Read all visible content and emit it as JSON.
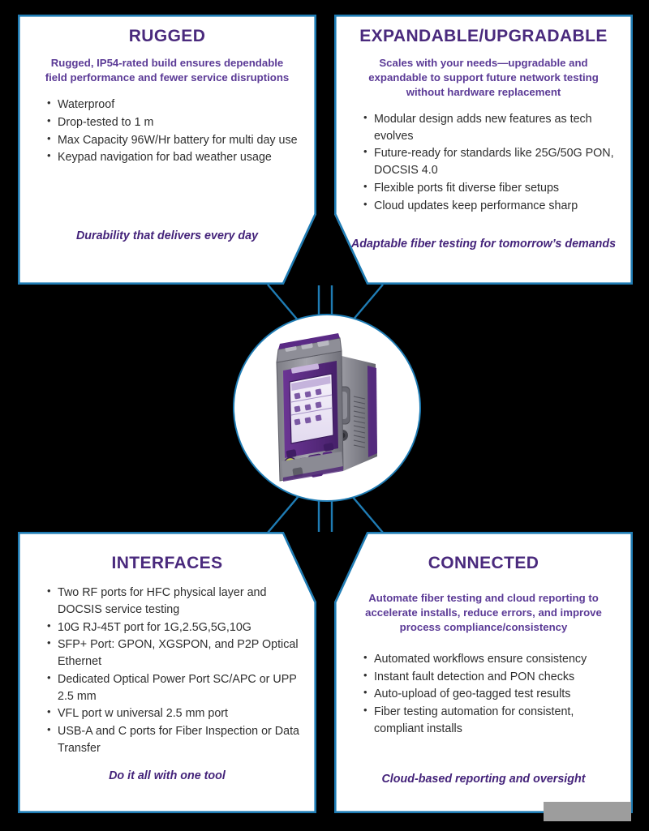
{
  "theme": {
    "background": "#000000",
    "card_background": "#ffffff",
    "border_blue": "#1f7cb4",
    "title_purple": "#4a2a7d",
    "subtitle_purple": "#5b3a96",
    "body_gray": "#2e2e2e",
    "tagline_purple": "#44237a",
    "artifact_gray": "#9d9d9d"
  },
  "cards": {
    "rugged": {
      "title": "RUGGED",
      "subtitle": "Rugged, IP54-rated build ensures dependable field performance and fewer service disruptions",
      "bullets": [
        "Waterproof",
        "Drop-tested to 1 m",
        "Max Capacity 96W/Hr battery for multi day use",
        "Keypad navigation for bad weather usage"
      ],
      "tagline": "Durability that delivers every day"
    },
    "expandable": {
      "title": "EXPANDABLE/UPGRADABLE",
      "subtitle": "Scales with your needs—upgradable and expandable to support future network testing without hardware replacement",
      "bullets": [
        "Modular design adds new features as tech evolves",
        "Future-ready for standards like 25G/50G PON, DOCSIS 4.0",
        "Flexible ports fit diverse fiber setups",
        "Cloud updates keep performance sharp"
      ],
      "tagline": "Adaptable fiber testing for tomorrow’s demands"
    },
    "interfaces": {
      "title": "INTERFACES",
      "subtitle": "",
      "bullets": [
        "Two RF ports for HFC physical layer and DOCSIS service testing",
        "10G RJ-45T port for 1G,2.5G,5G,10G",
        "SFP+ Port: GPON, XGSPON, and P2P Optical Ethernet",
        "Dedicated Optical Power Port SC/APC or UPP 2.5 mm",
        "VFL port w universal 2.5 mm port",
        "USB-A and C ports for Fiber Inspection or Data Transfer"
      ],
      "tagline": "Do it all with one tool"
    },
    "connected": {
      "title": "CONNECTED",
      "subtitle": "Automate fiber testing and cloud reporting to accelerate installs, reduce errors, and improve process compliance/consistency",
      "bullets": [
        "Automated workflows ensure consistency",
        "Instant fault detection and PON checks",
        "Auto-upload of geo-tagged test results",
        "Fiber testing automation for consistent, compliant installs"
      ],
      "tagline": "Cloud-based reporting and oversight"
    }
  },
  "center": {
    "icon": "handheld-fiber-test-device-photo",
    "device_colors": {
      "body_gray": "#8f8f96",
      "accent_purple": "#5b2d83",
      "screen": "#efeaf6",
      "key_green": "#c8d84a"
    }
  }
}
